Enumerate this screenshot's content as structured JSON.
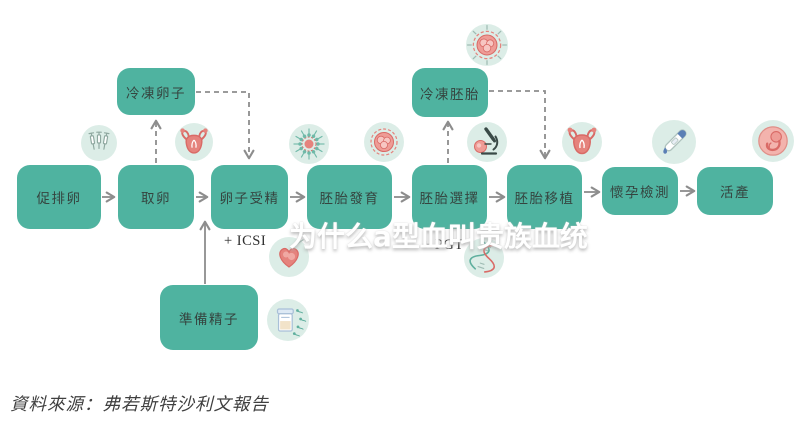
{
  "flow": {
    "main_steps": [
      {
        "id": "ovulation-induction",
        "label": "促排卵",
        "icon": "syringes-icon"
      },
      {
        "id": "egg-retrieval",
        "label": "取卵",
        "icon": "uterus-icon"
      },
      {
        "id": "egg-fertilization",
        "label": "卵子受精",
        "sublabel": "+ ICSI",
        "icon": "egg-with-sperm-icon"
      },
      {
        "id": "embryo-development",
        "label": "胚胎發育",
        "icon": "embryo-cells-icon"
      },
      {
        "id": "embryo-selection",
        "label": "胚胎選擇",
        "sublabel": "+ PGT",
        "icon": "microscope-icon"
      },
      {
        "id": "embryo-transfer",
        "label": "胚胎移植",
        "icon": "uterus-icon"
      },
      {
        "id": "pregnancy-test",
        "label": "懷孕檢測",
        "icon": "pregnancy-test-stick-icon"
      },
      {
        "id": "live-birth",
        "label": "活產",
        "icon": "fetus-icon"
      }
    ],
    "branch_steps": [
      {
        "id": "frozen-eggs",
        "label": "冷凍卵子",
        "from": "取卵",
        "to": "卵子受精"
      },
      {
        "id": "frozen-embryos",
        "label": "冷凍胚胎",
        "from": "胚胎選擇",
        "to": "胚胎移植",
        "icon": "frozen-embryo-icon"
      },
      {
        "id": "sperm-preparation",
        "label": "準備精子",
        "to": "卵子受精",
        "icon": "sperm-sample-jar-icon"
      }
    ],
    "annotation_icons": [
      "icsi-embryo-icon",
      "dna-helix-icon"
    ]
  },
  "watermark": {
    "text": "为什么a型血叫贵族血统"
  },
  "footer": {
    "source": "資料來源：弗若斯特沙利文報告"
  },
  "colors": {
    "box_teal": "#4FB3A0",
    "icon_circle_mint": "#DCEDE7",
    "arrow_gray": "#8D8D8D",
    "accent_pink": "#E5837D",
    "accent_blue": "#5A7FB5",
    "box_text": "#35443F"
  }
}
